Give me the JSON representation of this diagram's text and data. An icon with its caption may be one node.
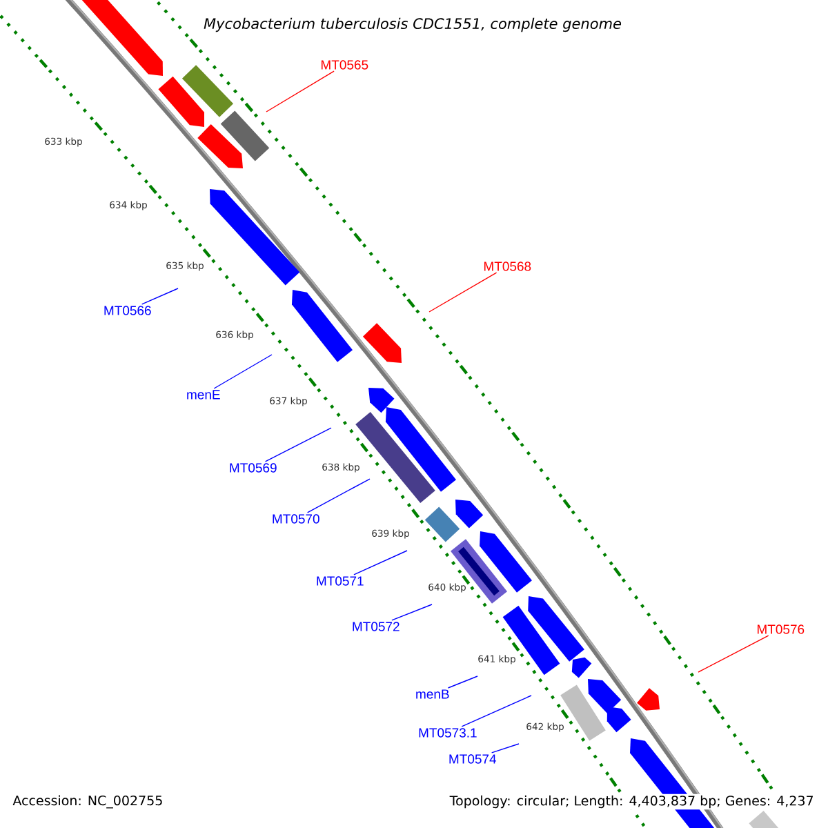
{
  "diagram": {
    "title": "Mycobacterium tuberculosis CDC1551, complete genome",
    "nodes": [
      {
        "text": [
          "MT0565"
        ]
      },
      {
        "text": [
          "MT0568"
        ]
      },
      {
        "text": [
          "MT0566"
        ]
      },
      {
        "text": [
          "menE"
        ]
      },
      {
        "text": [
          "MT0569"
        ]
      },
      {
        "text": [
          "MT0570"
        ]
      },
      {
        "text": [
          "MT0571"
        ]
      },
      {
        "text": [
          "MT0572"
        ]
      },
      {
        "text": [
          "MT0576"
        ]
      },
      {
        "text": [
          "menB"
        ]
      },
      {
        "text": [
          "MT0573.1"
        ]
      },
      {
        "text": [
          "MT0574"
        ]
      }
    ],
    "edges": [
      {
        "from": 0,
        "to": null,
        "arrow": "none",
        "color": "#ff0000"
      },
      {
        "from": 1,
        "to": null,
        "arrow": "none",
        "color": "#ff0000"
      },
      {
        "from": 2,
        "to": null,
        "arrow": "none"
      },
      {
        "from": 3,
        "to": null,
        "arrow": "none"
      },
      {
        "from": 4,
        "to": null,
        "arrow": "none"
      },
      {
        "from": 5,
        "to": null,
        "arrow": "none"
      },
      {
        "from": 6,
        "to": null,
        "arrow": "none"
      },
      {
        "from": 7,
        "to": null,
        "arrow": "none"
      },
      {
        "from": 8,
        "to": null,
        "arrow": "none",
        "color": "#ff0000"
      },
      {
        "from": 9,
        "to": null,
        "arrow": "none"
      },
      {
        "from": 10,
        "to": null,
        "arrow": "none"
      },
      {
        "from": 11,
        "to": null,
        "arrow": "none"
      }
    ],
    "labels": [
      "633 kbp",
      "634 kbp",
      "635 kbp",
      "636 kbp",
      "637 kbp",
      "638 kbp",
      "639 kbp",
      "640 kbp",
      "641 kbp",
      "642 kbp",
      "Accession: NC_002755",
      "Topology: circular; Length: 4,403,837 bp; Genes: 4,237"
    ]
  }
}
